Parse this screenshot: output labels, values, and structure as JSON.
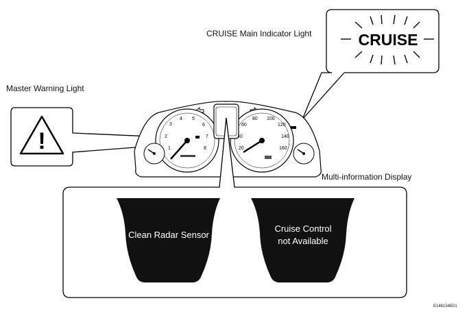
{
  "labels": {
    "cruise_main_indicator": "CRUISE Main Indicator Light",
    "master_warning": "Master Warning Light",
    "multi_info_display": "Multi-information Display"
  },
  "callout": {
    "cruise_text": "CRUISE",
    "warning_symbol": "!"
  },
  "screens": {
    "left_message": "Clean Radar Sensor",
    "right_message_line1": "Cruise Control",
    "right_message_line2": "not Available"
  },
  "figure_code": "E146134E01"
}
